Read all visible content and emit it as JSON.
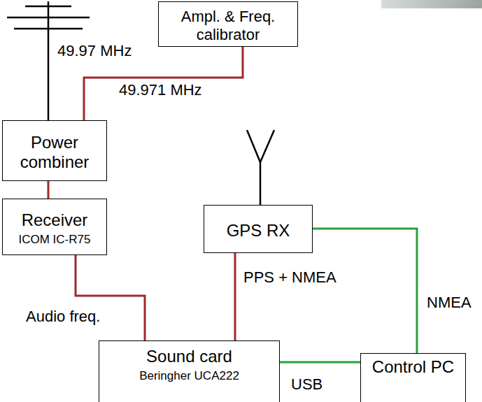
{
  "diagram": {
    "nodes": [
      {
        "text": [
          "Ampl. & Freq. calibrator"
        ]
      },
      {
        "text": [
          "Power combiner"
        ]
      },
      {
        "text": [
          "Receiver",
          "ICOM IC-R75"
        ]
      },
      {
        "text": [
          "GPS RX"
        ]
      },
      {
        "text": [
          "Sound card",
          "Beringher UCA222"
        ]
      },
      {
        "text": [
          "Control PC"
        ]
      }
    ],
    "edges": [
      {
        "from": 0,
        "to": 1,
        "label": "49.971 MHz",
        "arrow": "none"
      },
      {
        "from": 1,
        "to": 2,
        "arrow": "none"
      },
      {
        "from": 2,
        "to": 4,
        "label": "Audio freq.",
        "arrow": "none"
      },
      {
        "from": 3,
        "to": 4,
        "label": "PPS + NMEA",
        "arrow": "none"
      },
      {
        "from": 3,
        "to": 5,
        "label": "NMEA",
        "arrow": "none"
      },
      {
        "from": 4,
        "to": 5,
        "label": "USB",
        "arrow": "none"
      }
    ],
    "labels": [
      "49.97 MHz"
    ]
  }
}
